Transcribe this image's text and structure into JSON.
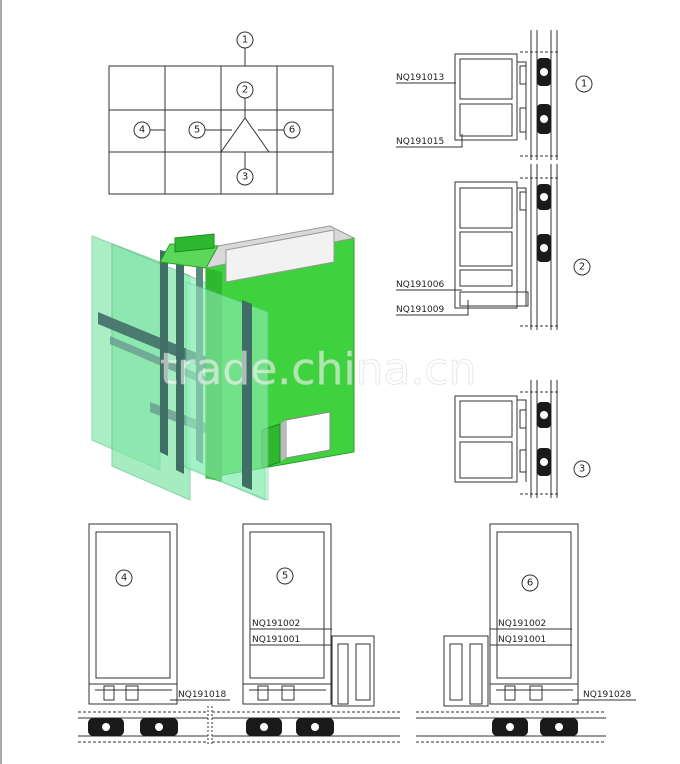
{
  "key_plan": {
    "markers": [
      "1",
      "2",
      "3",
      "4",
      "5",
      "6"
    ]
  },
  "vertical_sections": [
    {
      "marker": "1",
      "parts": [
        "NQ191013",
        "NQ191015"
      ]
    },
    {
      "marker": "2",
      "parts": [
        "NQ191006",
        "NQ191009"
      ]
    },
    {
      "marker": "3",
      "parts": []
    }
  ],
  "horizontal_sections": [
    {
      "marker": "4",
      "parts": [
        "NQ191018"
      ]
    },
    {
      "marker": "5",
      "parts": [
        "NQ191002",
        "NQ191001"
      ]
    },
    {
      "marker": "6",
      "parts": [
        "NQ191002",
        "NQ191001",
        "NQ191028"
      ]
    }
  ],
  "watermark": "trade.china.cn",
  "colors": {
    "line": "#333333",
    "mullion_green": "#3fd23f",
    "glass_green": "#7fe6a6",
    "gasket": "#1a1a1a"
  }
}
